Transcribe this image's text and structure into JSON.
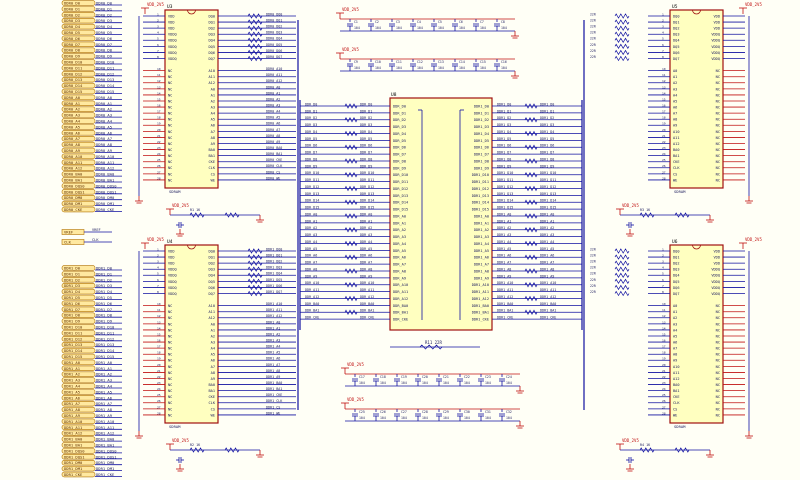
{
  "title": "",
  "colors": {
    "background": "#fffff6",
    "chip_fill": "#ffffc0",
    "chip_border": "#a01010",
    "wire": "#1010a0",
    "power": "#c01010",
    "net_label_fill": "#ffe9a0"
  },
  "power_net": "VDD_2V5",
  "left_nets_top": [
    "DDR0_D0",
    "DDR0_D1",
    "DDR0_D2",
    "DDR0_D3",
    "DDR0_D4",
    "DDR0_D5",
    "DDR0_D6",
    "DDR0_D7",
    "DDR0_D8",
    "DDR0_D9",
    "DDR0_D10",
    "DDR0_D11",
    "DDR0_D12",
    "DDR0_D13",
    "DDR0_D14",
    "DDR0_D15",
    "DDR0_A0",
    "DDR0_A1",
    "DDR0_A2",
    "DDR0_A3",
    "DDR0_A4",
    "DDR0_A5",
    "DDR0_A6",
    "DDR0_A7",
    "DDR0_A8",
    "DDR0_A9",
    "DDR0_A10",
    "DDR0_A11",
    "DDR0_A12",
    "DDR0_BA0",
    "DDR0_BA1",
    "DDR0_DQS0",
    "DDR0_DQS1",
    "DDR0_DM0",
    "DDR0_DM1",
    "DDR0_CKE"
  ],
  "left_nets_bottom": [
    "DDR1_D0",
    "DDR1_D1",
    "DDR1_D2",
    "DDR1_D3",
    "DDR1_D4",
    "DDR1_D5",
    "DDR1_D6",
    "DDR1_D7",
    "DDR1_D8",
    "DDR1_D9",
    "DDR1_D10",
    "DDR1_D11",
    "DDR1_D12",
    "DDR1_D13",
    "DDR1_D14",
    "DDR1_D15",
    "DDR1_A0",
    "DDR1_A1",
    "DDR1_A2",
    "DDR1_A3",
    "DDR1_A4",
    "DDR1_A5",
    "DDR1_A6",
    "DDR1_A7",
    "DDR1_A8",
    "DDR1_A9",
    "DDR1_A10",
    "DDR1_A11",
    "DDR1_A12",
    "DDR1_BA0",
    "DDR1_BA1",
    "DDR1_DQS0",
    "DDR1_DQS1",
    "DDR1_DM0",
    "DDR1_DM1",
    "DDR1_CKE"
  ],
  "mid_labels": [
    "VREF",
    "CLK"
  ],
  "chips": [
    {
      "ref": "U3",
      "part": "SDRAM",
      "left_pins": [
        "VDD",
        "VDD",
        "VDD",
        "VDDQ",
        "VDDQ",
        "VDDQ",
        "VDDQ",
        "VDDQ",
        "",
        "NC",
        "NC",
        "NC",
        "NC",
        "NC",
        "NC",
        "NC",
        "NC",
        "NC",
        "NC",
        "NC",
        "NC",
        "NC",
        "NC",
        "NC",
        "NC",
        "NC",
        "NC",
        "NC"
      ],
      "right_pins": [
        "DQ0",
        "DQ1",
        "DQ2",
        "DQ3",
        "DQ4",
        "DQ5",
        "DQ6",
        "DQ7",
        "",
        "A10",
        "A11",
        "A12",
        "A0",
        "A1",
        "A2",
        "A3",
        "A4",
        "A5",
        "A6",
        "A7",
        "A8",
        "A9",
        "BA0",
        "BA1",
        "CKE",
        "CLK",
        "CS",
        "WE"
      ]
    },
    {
      "ref": "U4",
      "part": "SDRAM",
      "left_pins": [
        "VDD",
        "VDD",
        "VDD",
        "VDDQ",
        "VDDQ",
        "VDDQ",
        "VDDQ",
        "VDDQ",
        "",
        "NC",
        "NC",
        "NC",
        "NC",
        "NC",
        "NC",
        "NC",
        "NC",
        "NC",
        "NC",
        "NC",
        "NC",
        "NC",
        "NC",
        "NC",
        "NC",
        "NC",
        "NC",
        "NC"
      ],
      "right_pins": [
        "DQ0",
        "DQ1",
        "DQ2",
        "DQ3",
        "DQ4",
        "DQ5",
        "DQ6",
        "DQ7",
        "",
        "A10",
        "A11",
        "A12",
        "A0",
        "A1",
        "A2",
        "A3",
        "A4",
        "A5",
        "A6",
        "A7",
        "A8",
        "A9",
        "BA0",
        "BA1",
        "CKE",
        "CLK",
        "CS",
        "WE"
      ]
    },
    {
      "ref": "U5",
      "part": "SDRAM",
      "left_pins": [
        "DQ0",
        "DQ1",
        "DQ2",
        "DQ3",
        "DQ4",
        "DQ5",
        "DQ6",
        "DQ7",
        "",
        "A0",
        "A1",
        "A2",
        "A3",
        "A4",
        "A5",
        "A6",
        "A7",
        "A8",
        "A9",
        "A10",
        "A11",
        "A12",
        "BA0",
        "BA1",
        "CKE",
        "CLK",
        "CS",
        "WE"
      ],
      "right_pins": [
        "VDD",
        "VDD",
        "VDD",
        "VDDQ",
        "VDDQ",
        "VDDQ",
        "VDDQ",
        "VDDQ",
        "",
        "NC",
        "NC",
        "NC",
        "NC",
        "NC",
        "NC",
        "NC",
        "NC",
        "NC",
        "NC",
        "NC",
        "NC",
        "NC",
        "NC",
        "NC",
        "NC",
        "NC",
        "NC",
        "NC"
      ]
    },
    {
      "ref": "U6",
      "part": "SDRAM",
      "left_pins": [
        "DQ0",
        "DQ1",
        "DQ2",
        "DQ3",
        "DQ4",
        "DQ5",
        "DQ6",
        "DQ7",
        "",
        "A0",
        "A1",
        "A2",
        "A3",
        "A4",
        "A5",
        "A6",
        "A7",
        "A8",
        "A9",
        "A10",
        "A11",
        "A12",
        "BA0",
        "BA1",
        "CKE",
        "CLK",
        "CS",
        "WE"
      ],
      "right_pins": [
        "VDD",
        "VDD",
        "VDD",
        "VDDQ",
        "VDDQ",
        "VDDQ",
        "VDDQ",
        "VDDQ",
        "",
        "NC",
        "NC",
        "NC",
        "NC",
        "NC",
        "NC",
        "NC",
        "NC",
        "NC",
        "NC",
        "NC",
        "NC",
        "NC",
        "NC",
        "NC",
        "NC",
        "NC",
        "NC",
        "NC"
      ]
    }
  ],
  "center_chip": {
    "ref": "U8",
    "left_pins": [
      "DDR_D0",
      "DDR_D1",
      "DDR_D2",
      "DDR_D3",
      "DDR_D4",
      "DDR_D5",
      "DDR_D6",
      "DDR_D7",
      "DDR_D8",
      "DDR_D9",
      "DDR_D10",
      "DDR_D11",
      "DDR_D12",
      "DDR_D13",
      "DDR_D14",
      "DDR_D15",
      "DDR_A0",
      "DDR_A1",
      "DDR_A2",
      "DDR_A3",
      "DDR_A4",
      "DDR_A5",
      "DDR_A6",
      "DDR_A7",
      "DDR_A8",
      "DDR_A9",
      "DDR_A10",
      "DDR_A11",
      "DDR_A12",
      "DDR_BA0",
      "DDR_BA1",
      "DDR_CKE"
    ],
    "right_pins": [
      "DDR1_D0",
      "DDR1_D1",
      "DDR1_D2",
      "DDR1_D3",
      "DDR1_D4",
      "DDR1_D5",
      "DDR1_D6",
      "DDR1_D7",
      "DDR1_D8",
      "DDR1_D9",
      "DDR1_D10",
      "DDR1_D11",
      "DDR1_D12",
      "DDR1_D13",
      "DDR1_D14",
      "DDR1_D15",
      "DDR1_A0",
      "DDR1_A1",
      "DDR1_A2",
      "DDR1_A3",
      "DDR1_A4",
      "DDR1_A5",
      "DDR1_A6",
      "DDR1_A7",
      "DDR1_A8",
      "DDR1_A9",
      "DDR1_A10",
      "DDR1_A11",
      "DDR1_A12",
      "DDR1_BA0",
      "DDR1_BA1",
      "DDR1_CKE"
    ],
    "bottom_label": "R11 22R"
  },
  "cap_rows": [
    {
      "refs": [
        "C1",
        "C2",
        "C3",
        "C4",
        "C5",
        "C6",
        "C7",
        "C8"
      ],
      "value": "104"
    },
    {
      "refs": [
        "C9",
        "C10",
        "C11",
        "C12",
        "C13",
        "C14",
        "C15",
        "C16"
      ],
      "value": "104"
    },
    {
      "refs": [
        "C17",
        "C18",
        "C19",
        "C20",
        "C21",
        "C22",
        "C23",
        "C24"
      ],
      "value": "104"
    },
    {
      "refs": [
        "C25",
        "C26",
        "C27",
        "C28",
        "C29",
        "C30",
        "C31",
        "C32"
      ],
      "value": "104"
    }
  ],
  "series_resistor_value": "22R",
  "vref_resistors": [
    "R1 1K",
    "R2 1K",
    "R3 1K",
    "R4 1K"
  ]
}
